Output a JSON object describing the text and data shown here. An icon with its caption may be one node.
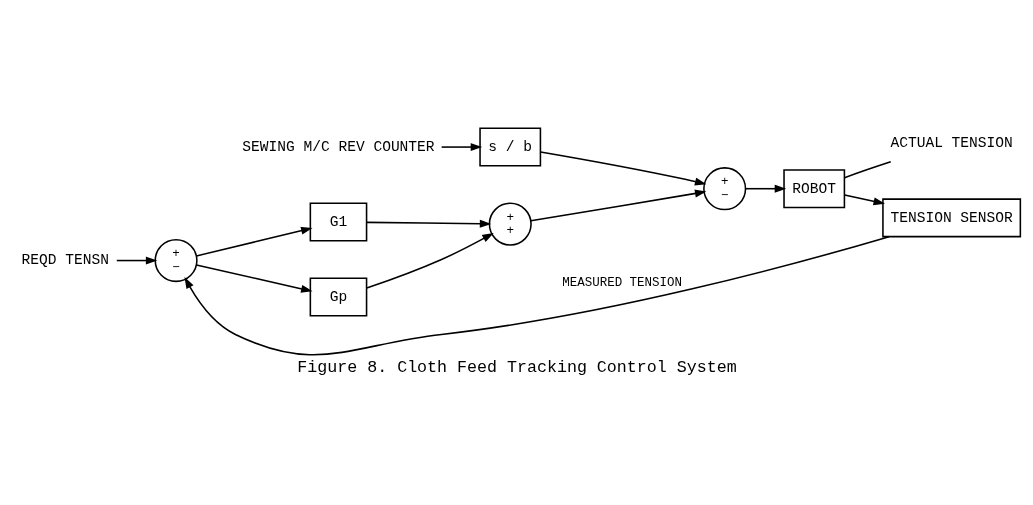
{
  "diagram": {
    "caption": "Figure 8. Cloth Feed Tracking Control System",
    "nodes": [
      {
        "text": [
          "SEWING M/C REV COUNTER"
        ]
      },
      {
        "text": [
          "s / b"
        ]
      },
      {
        "text": [
          "REQD TENSN"
        ]
      },
      {
        "text": [
          "+",
          "−"
        ]
      },
      {
        "text": [
          "G1"
        ]
      },
      {
        "text": [
          "+",
          "+"
        ]
      },
      {
        "text": [
          "+",
          "−"
        ]
      },
      {
        "text": [
          "ROBOT"
        ]
      },
      {
        "text": [
          "ACTUAL TENSION"
        ]
      },
      {
        "text": [
          "Gp"
        ]
      },
      {
        "text": [
          "TENSION SENSOR"
        ]
      }
    ],
    "edges": [
      {
        "from": 0,
        "to": 1,
        "arrow": "to"
      },
      {
        "from": 1,
        "to": 6,
        "arrow": "to"
      },
      {
        "from": 2,
        "to": 3,
        "arrow": "to"
      },
      {
        "from": 3,
        "to": 4,
        "arrow": "to"
      },
      {
        "from": 3,
        "to": 9,
        "arrow": "to"
      },
      {
        "from": 4,
        "to": 5,
        "arrow": "to"
      },
      {
        "from": 9,
        "to": 5,
        "arrow": "to"
      },
      {
        "from": 5,
        "to": 6,
        "arrow": "to"
      },
      {
        "from": 6,
        "to": 7,
        "arrow": "to"
      },
      {
        "from": 7,
        "to": 8,
        "arrow": "none"
      },
      {
        "from": 7,
        "to": 10,
        "arrow": "to"
      },
      {
        "from": 10,
        "to": 3,
        "arrow": "to",
        "label": "MEASURED TENSION"
      }
    ]
  }
}
